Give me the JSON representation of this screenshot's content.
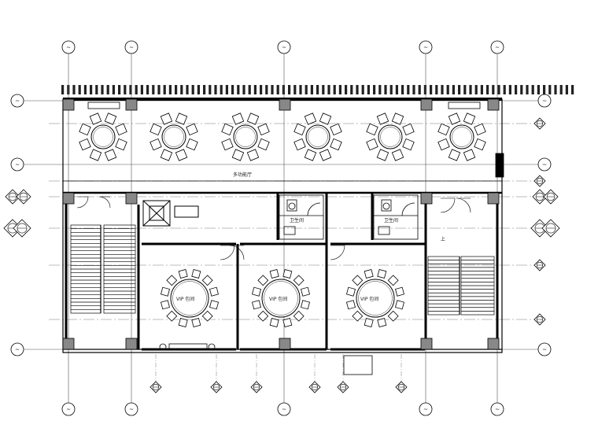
{
  "drawing": {
    "main_hall_label": "多功能厅",
    "vip_rooms": [
      {
        "label": "VIP 包间"
      },
      {
        "label": "VIP 包间"
      },
      {
        "label": "VIP 包间"
      }
    ],
    "restrooms": [
      {
        "label": "卫生间"
      },
      {
        "label": "卫生间"
      }
    ],
    "up_arrow_label": "上",
    "axis_bubble_text": "~"
  }
}
